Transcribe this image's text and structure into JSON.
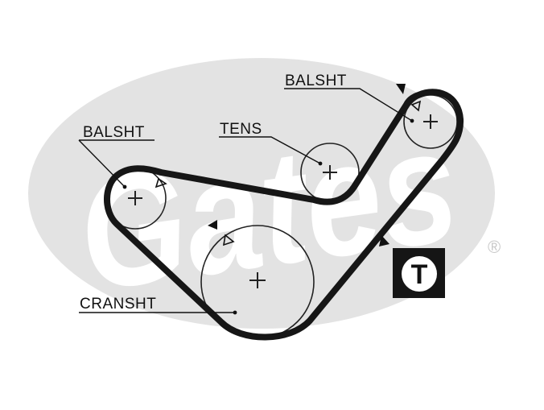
{
  "logo": {
    "text": "Gates",
    "registered_mark": "®",
    "color": "#e3e3e3"
  },
  "labels": {
    "balsht_top": "BALSHT",
    "balsht_left": "BALSHT",
    "tens": "TENS",
    "cranksht": "CRANSHT"
  },
  "badge": {
    "text": "T"
  },
  "colors": {
    "belt": "#161616",
    "pulley": "#222222",
    "logo_bg": "#e3e3e3"
  }
}
